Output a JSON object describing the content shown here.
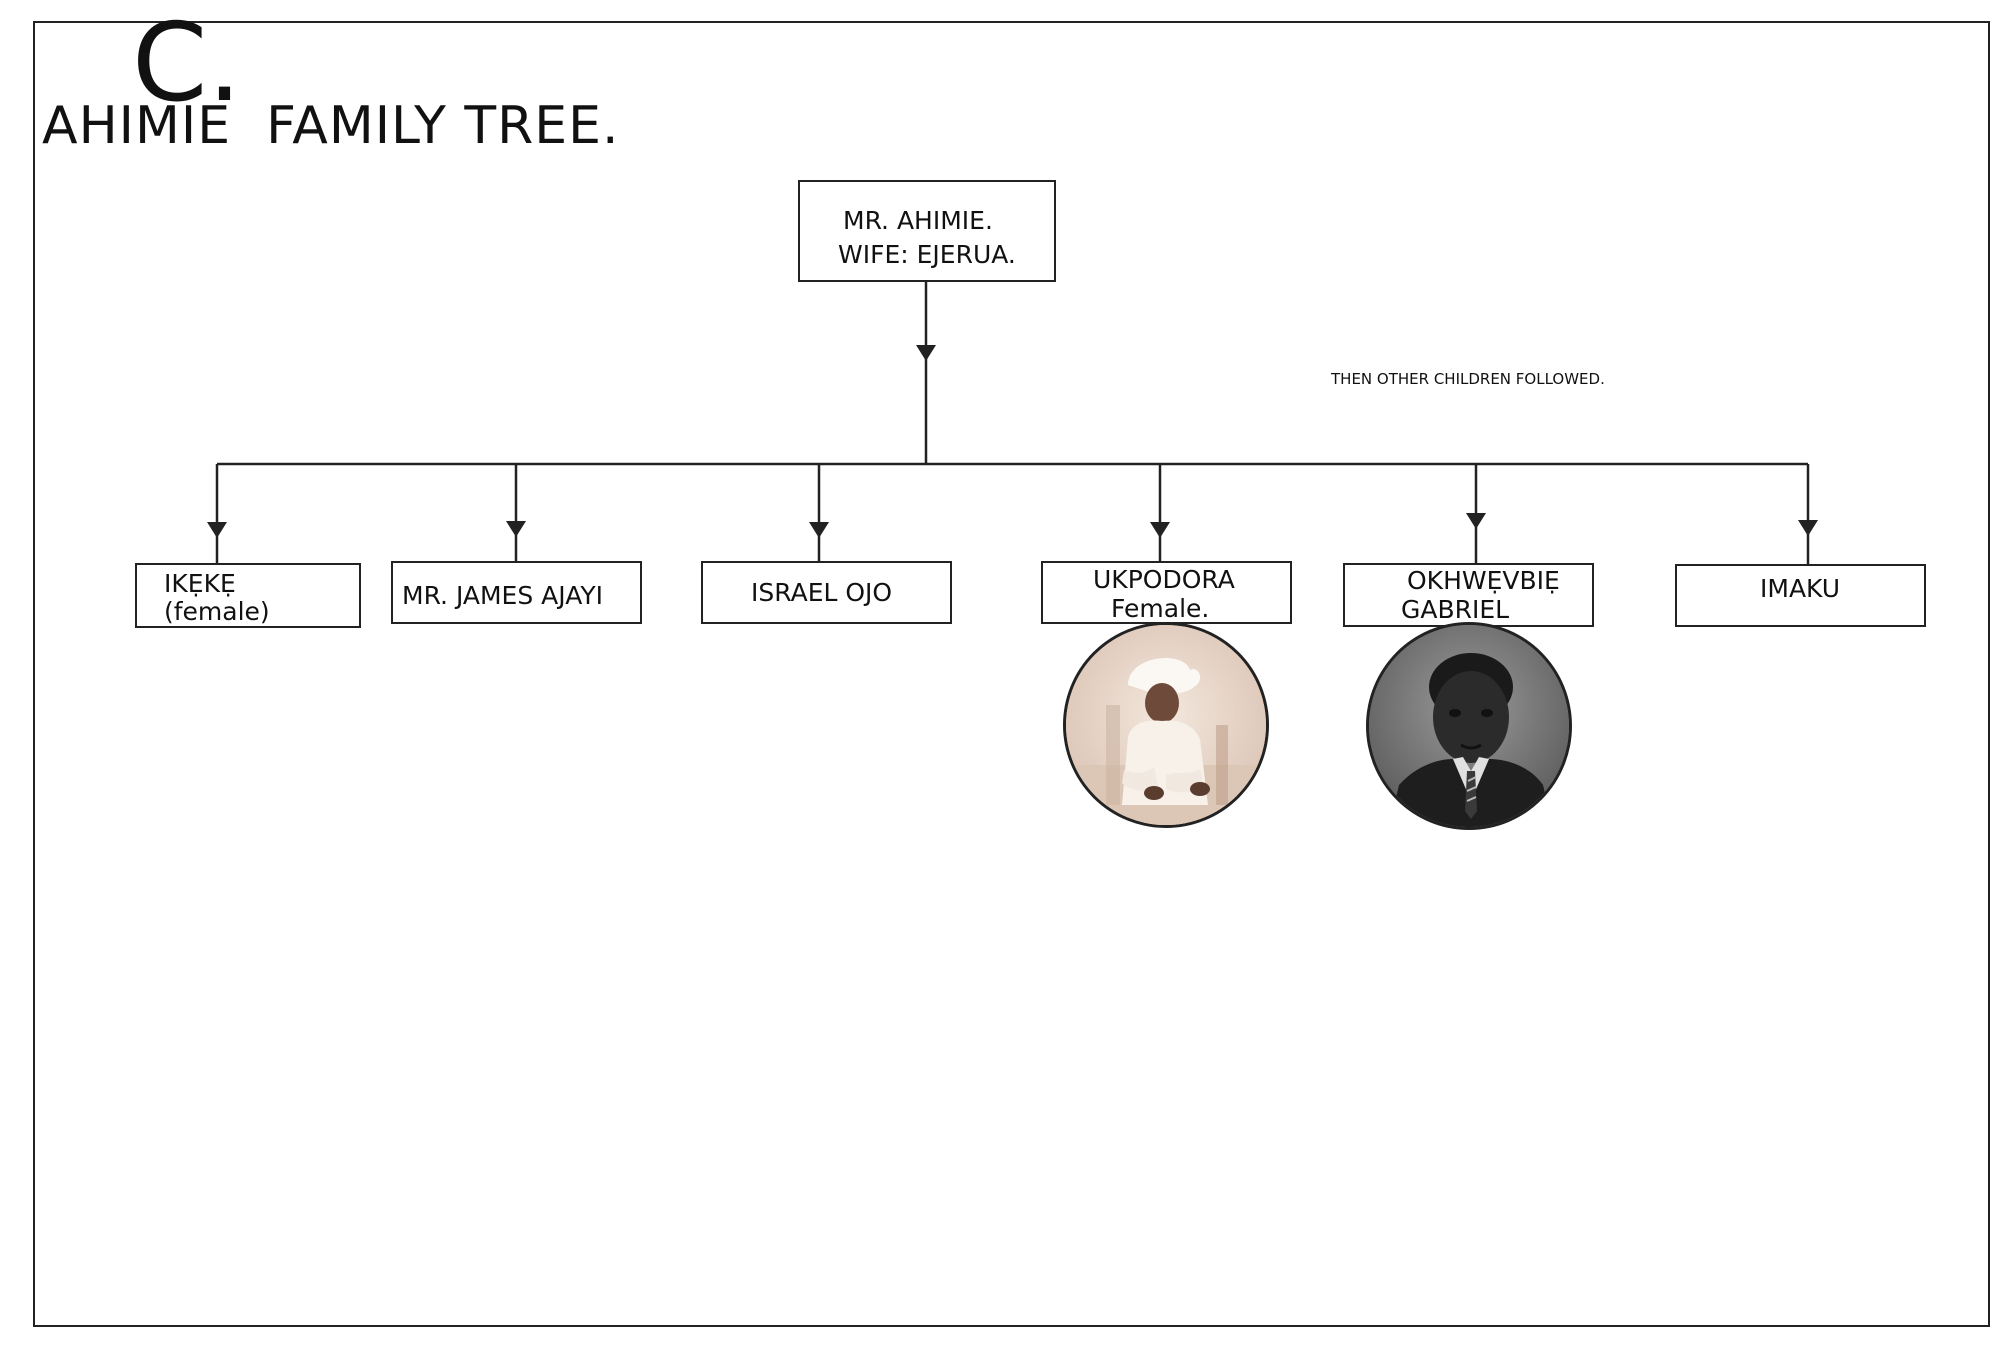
{
  "header": {
    "letter": "C.",
    "title": "AHIMIE  FAMILY TREE."
  },
  "root": {
    "line1": "MR. AHIMIE.",
    "line2": "WIFE: EJERUA."
  },
  "note": "THEN OTHER CHILDREN FOLLOWED.",
  "children": [
    {
      "line1": "IKẸKẸ",
      "line2": "(female)"
    },
    {
      "line1": "MR. JAMES AJAYI"
    },
    {
      "line1": "ISRAEL OJO"
    },
    {
      "line1": "UKPODORA",
      "line2": "Female."
    },
    {
      "line1": "OKHWẸVBIẸ",
      "line2": "GABRIEL"
    },
    {
      "line1": "IMAKU"
    }
  ],
  "photos": [
    {
      "subject": "UKPODORA",
      "style": "sepia portrait of woman in white"
    },
    {
      "subject": "OKHWẸVBIẸ GABRIEL",
      "style": "black-and-white portrait of man in suit"
    }
  ]
}
